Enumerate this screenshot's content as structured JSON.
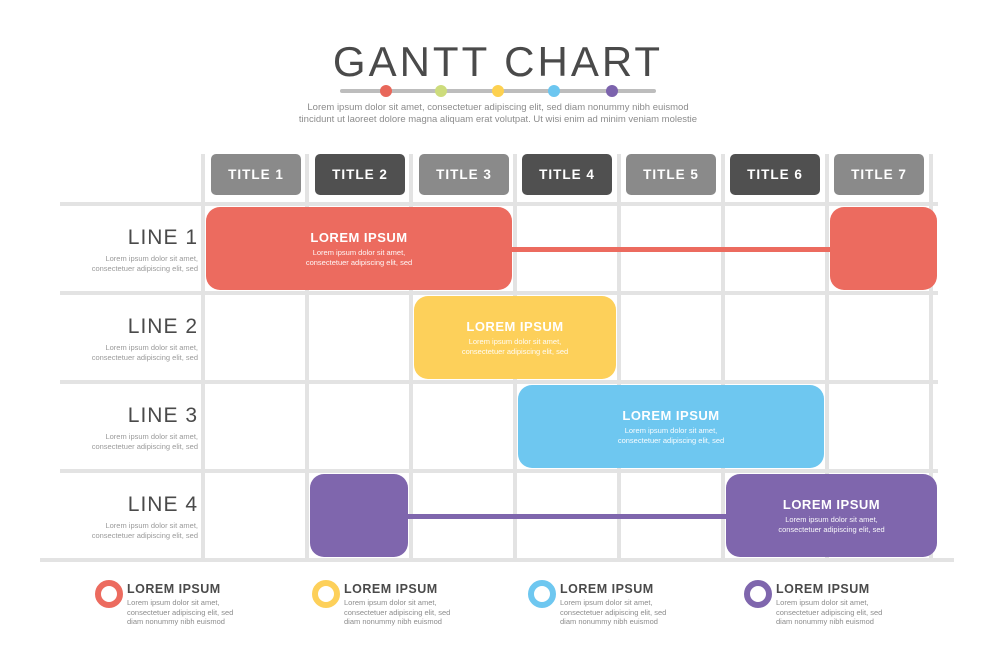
{
  "header": {
    "title": "GANTT CHART",
    "subtitle_line1": "Lorem ipsum dolor sit amet, consectetuer adipiscing elit, sed diam nonummy nibh euismod",
    "subtitle_line2": "tincidunt ut laoreet dolore magna aliquam erat volutpat. Ut wisi enim ad minim veniam molestie",
    "dot_colors": [
      "#e8675a",
      "#cddc7c",
      "#fdd150",
      "#6cc6f0",
      "#7c63ad"
    ]
  },
  "colors": {
    "grid": "#e3e3e3",
    "header_light": "#8a8a8a",
    "header_dark": "#505050",
    "red": "#ec6b5f",
    "yellow": "#fdd05a",
    "blue": "#6ec7f0",
    "purple": "#7f66ad"
  },
  "chart_data": {
    "type": "gantt",
    "title": "GANTT CHART",
    "columns": [
      "TITLE 1",
      "TITLE 2",
      "TITLE 3",
      "TITLE 4",
      "TITLE 5",
      "TITLE 6",
      "TITLE 7"
    ],
    "rows": [
      {
        "label": "LINE 1",
        "desc_line1": "Lorem ipsum dolor sit amet,",
        "desc_line2": "consectetuer adipiscing elit, sed",
        "color": "red",
        "tasks": [
          {
            "start": 1,
            "end": 3,
            "title": "LOREM IPSUM",
            "desc_line1": "Lorem ipsum dolor sit amet,",
            "desc_line2": "consectetuer adipiscing elit, sed"
          },
          {
            "start": 7,
            "end": 7,
            "title": "",
            "desc_line1": "",
            "desc_line2": ""
          }
        ]
      },
      {
        "label": "LINE 2",
        "desc_line1": "Lorem ipsum dolor sit amet,",
        "desc_line2": "consectetuer adipiscing elit, sed",
        "color": "yellow",
        "tasks": [
          {
            "start": 3,
            "end": 4,
            "title": "LOREM IPSUM",
            "desc_line1": "Lorem ipsum dolor sit amet,",
            "desc_line2": "consectetuer adipiscing elit, sed"
          }
        ]
      },
      {
        "label": "LINE 3",
        "desc_line1": "Lorem ipsum dolor sit amet,",
        "desc_line2": "consectetuer adipiscing elit, sed",
        "color": "blue",
        "tasks": [
          {
            "start": 4,
            "end": 6,
            "title": "LOREM IPSUM",
            "desc_line1": "Lorem ipsum dolor sit amet,",
            "desc_line2": "consectetuer adipiscing elit, sed"
          }
        ]
      },
      {
        "label": "LINE 4",
        "desc_line1": "Lorem ipsum dolor sit amet,",
        "desc_line2": "consectetuer adipiscing elit, sed",
        "color": "purple",
        "tasks": [
          {
            "start": 2,
            "end": 2,
            "title": "",
            "desc_line1": "",
            "desc_line2": ""
          },
          {
            "start": 6,
            "end": 7,
            "title": "LOREM IPSUM",
            "desc_line1": "Lorem ipsum dolor sit amet,",
            "desc_line2": "consectetuer adipiscing elit, sed"
          }
        ]
      }
    ]
  },
  "legend": [
    {
      "color": "red",
      "title": "LOREM IPSUM",
      "line1": "Lorem ipsum dolor sit amet,",
      "line2": "consectetuer adipiscing elit, sed",
      "line3": "diam nonummy nibh euismod"
    },
    {
      "color": "yellow",
      "title": "LOREM IPSUM",
      "line1": "Lorem ipsum dolor sit amet,",
      "line2": "consectetuer adipiscing elit, sed",
      "line3": "diam nonummy nibh euismod"
    },
    {
      "color": "blue",
      "title": "LOREM IPSUM",
      "line1": "Lorem ipsum dolor sit amet,",
      "line2": "consectetuer adipiscing elit, sed",
      "line3": "diam nonummy nibh euismod"
    },
    {
      "color": "purple",
      "title": "LOREM IPSUM",
      "line1": "Lorem ipsum dolor sit amet,",
      "line2": "consectetuer adipiscing elit, sed",
      "line3": "diam nonummy nibh euismod"
    }
  ]
}
